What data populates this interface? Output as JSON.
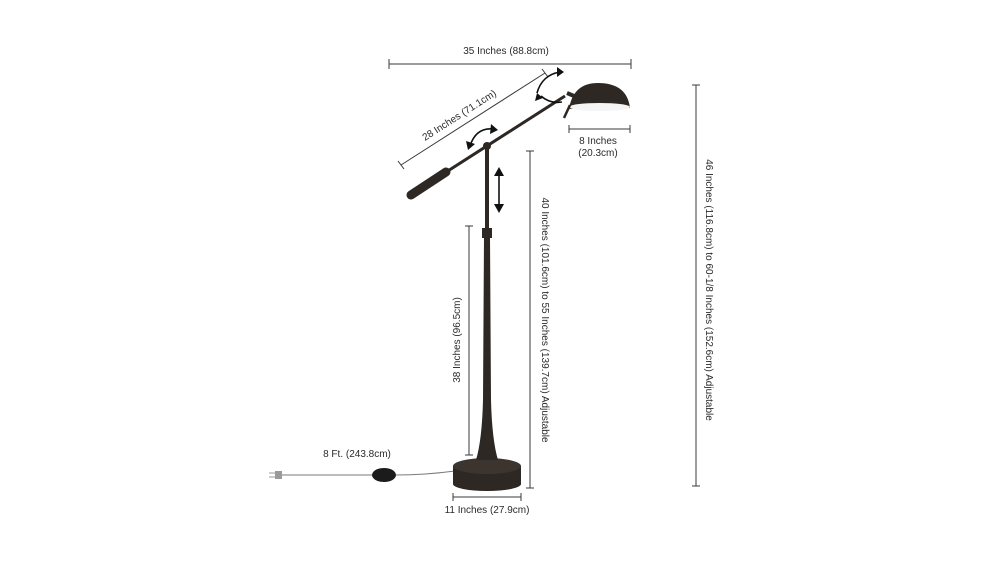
{
  "dimensions": {
    "overall_width": "35 Inches (88.8cm)",
    "arm_length": "28 Inches (71.1cm)",
    "shade_width_line1": "8 Inches",
    "shade_width_line2": "(20.3cm)",
    "stem_height": "40 Inches (101.6cm) to 55 Inches (139.7cm) Adjustable",
    "total_height": "46 Inches (116.8cm) to 60-1/8 Inches (152.6cm) Adjustable",
    "base_pole_height": "38 Inches (96.5cm)",
    "cord_length": "8 Ft. (243.8cm)",
    "base_diameter": "11 Inches (27.9cm)"
  },
  "colors": {
    "lamp_metal": "#2e2824",
    "dimension_line": "#3a3a3a",
    "shade_interior": "#f4f4f4"
  }
}
